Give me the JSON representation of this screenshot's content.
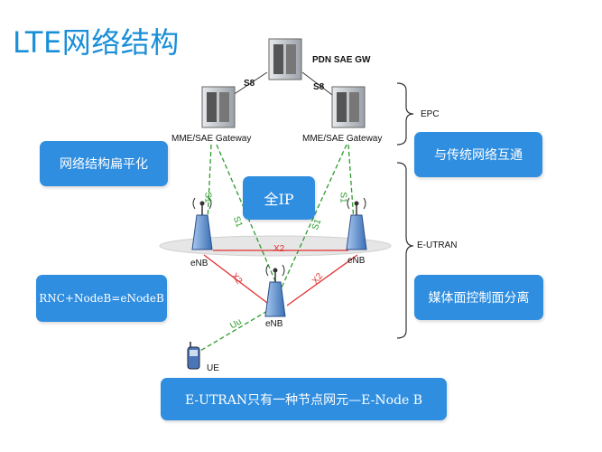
{
  "title": "LTE网络结构",
  "nodes": {
    "pdn": "PDN SAE GW",
    "mme_left": "MME/SAE Gateway",
    "mme_right": "MME/SAE Gateway",
    "enb_left": "eNB",
    "enb_right": "eNB",
    "enb_center": "eNB",
    "ue": "UE"
  },
  "interfaces": {
    "s8_left": "S8",
    "s8_right": "S8",
    "x2_top": "X2",
    "x2_left": "X2",
    "x2_right": "X2",
    "s1_a": "S1",
    "s1_b": "S1",
    "s1_c": "S1",
    "s1_d": "S1",
    "uu": "Uu"
  },
  "brackets": {
    "epc": "EPC",
    "eutran": "E-UTRAN"
  },
  "boxes": {
    "flat": "网络结构扁平化",
    "all_ip": "全IP",
    "interworking": "与传统网络互通",
    "rnc": "RNC+NodeB=eNodeB",
    "separation": "媒体面控制面分离",
    "bottom": "E-UTRAN只有一种节点网元—E-Node B"
  },
  "colors": {
    "accent": "#2f8ee0",
    "title": "#1a8fd9",
    "s1_line": "#2e9a2e",
    "x2_line": "#e03030"
  }
}
